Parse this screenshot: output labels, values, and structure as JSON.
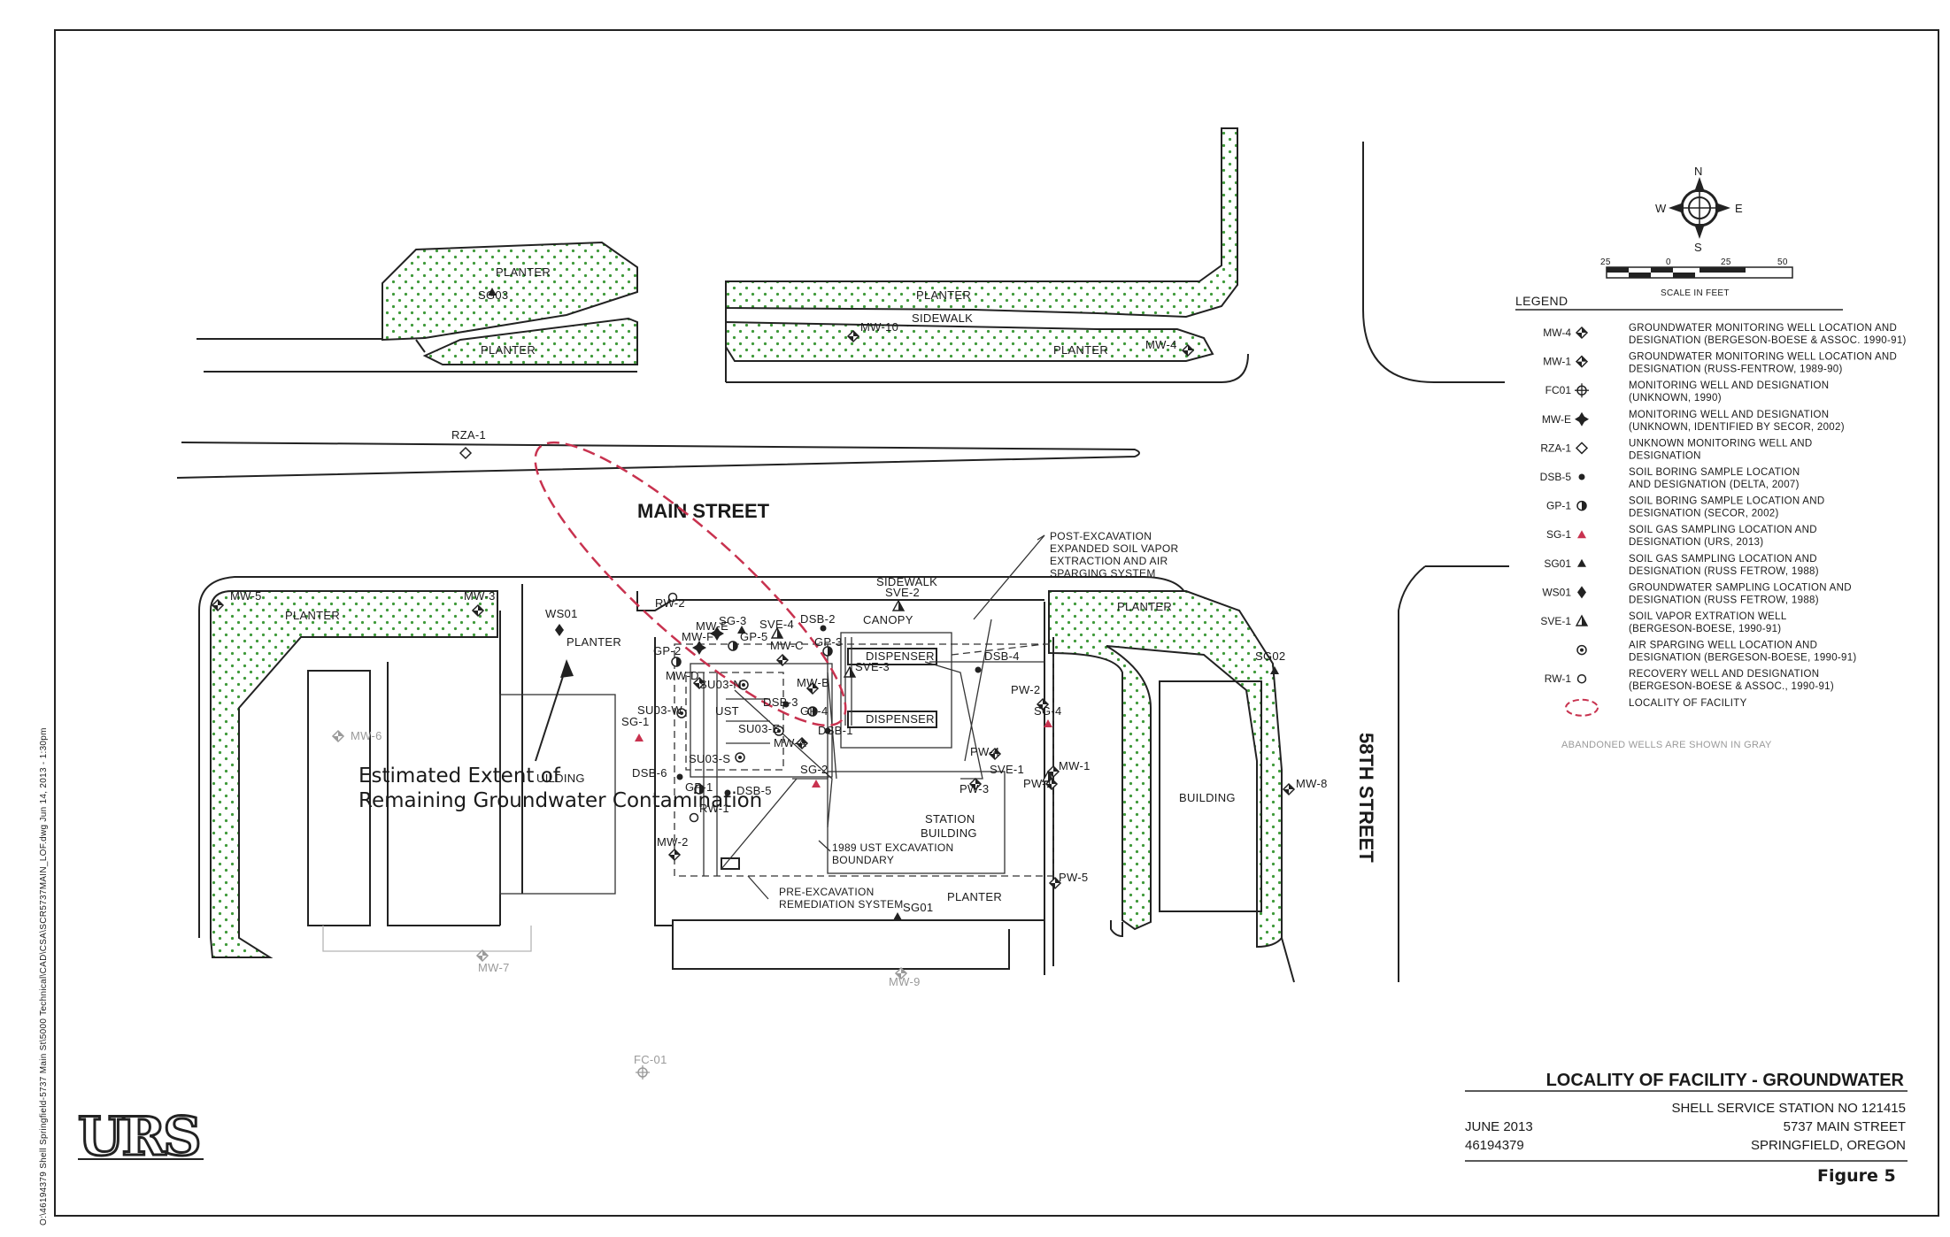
{
  "figure": {
    "title": "LOCALITY OF FACILITY - GROUNDWATER",
    "station": "SHELL SERVICE STATION NO 121415",
    "address": "5737 MAIN STREET",
    "city": "SPRINGFIELD, OREGON",
    "date": "JUNE 2013",
    "project_no": "46194379",
    "figure_label": "Figure 5",
    "logo": "URS",
    "file_path": "O:\\46194379 Shell Springfield-5737 Main St\\5000 Technical\\CAD\\CSA\\SCR5737MAIN_LOF.dwg Jun 14, 2013 - 1:30pm"
  },
  "streets": {
    "main": "MAIN STREET",
    "fifty_eighth": "58TH STREET"
  },
  "annotation": {
    "line1": "Estimated Extent of",
    "line2": "Remaining Groundwater Contamination"
  },
  "callouts": {
    "post_excavation": [
      "POST-EXCAVATION",
      "EXPANDED SOIL VAPOR",
      "EXTRACTION AND AIR",
      "SPARGING SYSTEM"
    ],
    "ust_boundary": [
      "1989 UST EXCAVATION",
      "BOUNDARY"
    ],
    "pre_excavation": [
      "PRE-EXCAVATION",
      "REMEDIATION SYSTEM"
    ]
  },
  "site_labels": {
    "planter": "PLANTER",
    "sidewalk": "SIDEWALK",
    "canopy": "CANOPY",
    "dispenser": "DISPENSER",
    "station_building": [
      "STATION",
      "BUILDING"
    ],
    "building": "BUILDING",
    "uilding": "UILDING",
    "ust": "UST"
  },
  "wells": [
    "MW-10",
    "MW-4",
    "SG03",
    "RZA-1",
    "MW-5",
    "MW-3",
    "WS01",
    "RW-2",
    "SVE-2",
    "MW-F",
    "GP-2",
    "MW-D",
    "SG-3",
    "GP-5",
    "SVE-4",
    "DSB-2",
    "MW-E",
    "MW-C",
    "GP-3",
    "SVE-3",
    "DSB-4",
    "SU03-N",
    "MW-B",
    "SU03-W",
    "DSB-3",
    "GP-4",
    "SU03-E",
    "DSB-1",
    "MW-A",
    "SG-1",
    "SU03-S",
    "SG-2",
    "PW-2",
    "SG-4",
    "PW-4",
    "SVE-1",
    "MW-1",
    "PW-3",
    "PW-1",
    "DSB-6",
    "GP-1",
    "DSB-5",
    "RW-1",
    "MW-2",
    "SG02",
    "MW-8",
    "PW-5",
    "SG01"
  ],
  "abandoned_wells": [
    "MW-6",
    "MW-7",
    "MW-9",
    "FC-01"
  ],
  "compass": {
    "n": "N",
    "s": "S",
    "e": "E",
    "w": "W"
  },
  "scale": {
    "ticks": [
      "25",
      "0",
      "25",
      "50"
    ],
    "caption": "SCALE IN FEET"
  },
  "legend": {
    "title": "LEGEND",
    "items": [
      {
        "code": "MW-4",
        "symbol": "quad-diamond",
        "lines": [
          "GROUNDWATER MONITORING WELL LOCATION AND",
          "DESIGNATION (BERGESON-BOESE & ASSOC. 1990-91)"
        ]
      },
      {
        "code": "MW-1",
        "symbol": "quad-diamond",
        "lines": [
          "GROUNDWATER MONITORING WELL LOCATION AND",
          "DESIGNATION (RUSS-FENTROW, 1989-90)"
        ]
      },
      {
        "code": "FC01",
        "symbol": "crossed-circle",
        "lines": [
          "MONITORING WELL AND DESIGNATION",
          "(UNKNOWN, 1990)"
        ]
      },
      {
        "code": "MW-E",
        "symbol": "star-diamond",
        "lines": [
          "MONITORING WELL AND DESIGNATION",
          "(UNKNOWN, IDENTIFIED BY SECOR, 2002)"
        ]
      },
      {
        "code": "RZA-1",
        "symbol": "open-diamond",
        "lines": [
          "UNKNOWN MONITORING WELL AND",
          "DESIGNATION"
        ]
      },
      {
        "code": "DSB-5",
        "symbol": "filled-dot",
        "lines": [
          "SOIL BORING SAMPLE LOCATION",
          "AND DESIGNATION (DELTA, 2007)"
        ]
      },
      {
        "code": "GP-1",
        "symbol": "half-circle",
        "lines": [
          "SOIL BORING SAMPLE LOCATION AND",
          "DESIGNATION (SECOR, 2002)"
        ]
      },
      {
        "code": "SG-1",
        "symbol": "red-triangle",
        "lines": [
          "SOIL GAS SAMPLING LOCATION AND",
          "DESIGNATION (URS, 2013)"
        ]
      },
      {
        "code": "SG01",
        "symbol": "black-triangle",
        "lines": [
          "SOIL GAS SAMPLING LOCATION AND",
          "DESIGNATION (RUSS FETROW, 1988)"
        ]
      },
      {
        "code": "WS01",
        "symbol": "filled-diamond",
        "lines": [
          "GROUNDWATER SAMPLING LOCATION AND",
          "DESIGNATION (RUSS FETROW, 1988)"
        ]
      },
      {
        "code": "SVE-1",
        "symbol": "half-triangle",
        "lines": [
          "SOIL VAPOR EXTRATION WELL",
          "(BERGESON-BOESE, 1990-91)"
        ]
      },
      {
        "code": "",
        "symbol": "bullseye",
        "lines": [
          "AIR SPARGING WELL LOCATION AND",
          "DESIGNATION (BERGESON-BOESE, 1990-91)"
        ]
      },
      {
        "code": "RW-1",
        "symbol": "open-circle",
        "lines": [
          "RECOVERY WELL AND DESIGNATION",
          "(BERGESON-BOESE & ASSOC., 1990-91)"
        ]
      },
      {
        "code": "",
        "symbol": "red-dashed-ellipse",
        "lines": [
          "LOCALITY OF FACILITY"
        ]
      }
    ],
    "note": "ABANDONED WELLS ARE SHOWN IN GRAY"
  },
  "colors": {
    "linework": "#222222",
    "contamination_outline": "#c8324f",
    "planter_dots": "#3f9a3a",
    "abandoned": "#9a9a9a",
    "soil_gas_urs": "#c8324f"
  }
}
